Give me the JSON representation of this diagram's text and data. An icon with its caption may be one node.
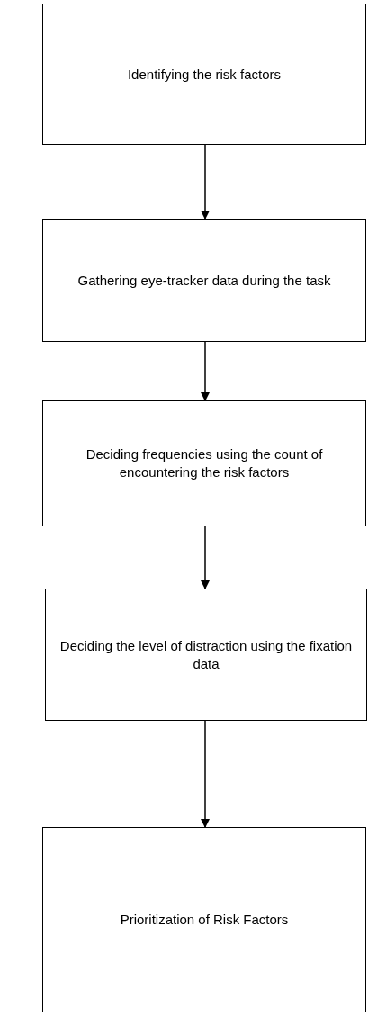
{
  "diagram": {
    "nodes": [
      {
        "text": [
          "Identifying the risk factors"
        ]
      },
      {
        "text": [
          "Gathering eye-tracker data during the task"
        ]
      },
      {
        "text": [
          "Deciding frequencies using the count of encountering the risk factors"
        ]
      },
      {
        "text": [
          "Deciding the level of distraction using the fixation data"
        ]
      },
      {
        "text": [
          "Prioritization of Risk Factors"
        ]
      }
    ],
    "edges": [
      {
        "from": 0,
        "to": 1,
        "arrow": "to"
      },
      {
        "from": 1,
        "to": 2,
        "arrow": "to"
      },
      {
        "from": 2,
        "to": 3,
        "arrow": "to"
      },
      {
        "from": 3,
        "to": 4,
        "arrow": "to"
      }
    ]
  }
}
